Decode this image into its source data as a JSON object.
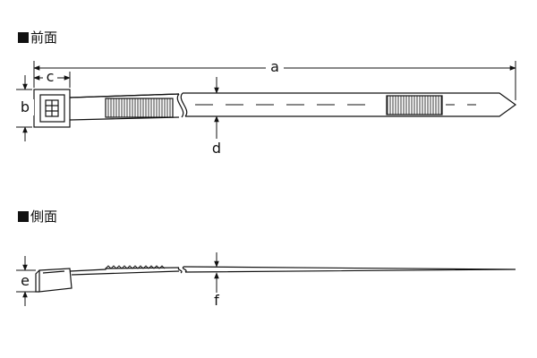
{
  "front_view": {
    "title": "前面",
    "labels": {
      "a": "a",
      "b": "b",
      "c": "c",
      "d": "d"
    }
  },
  "side_view": {
    "title": "側面",
    "labels": {
      "e": "e",
      "f": "f"
    }
  }
}
